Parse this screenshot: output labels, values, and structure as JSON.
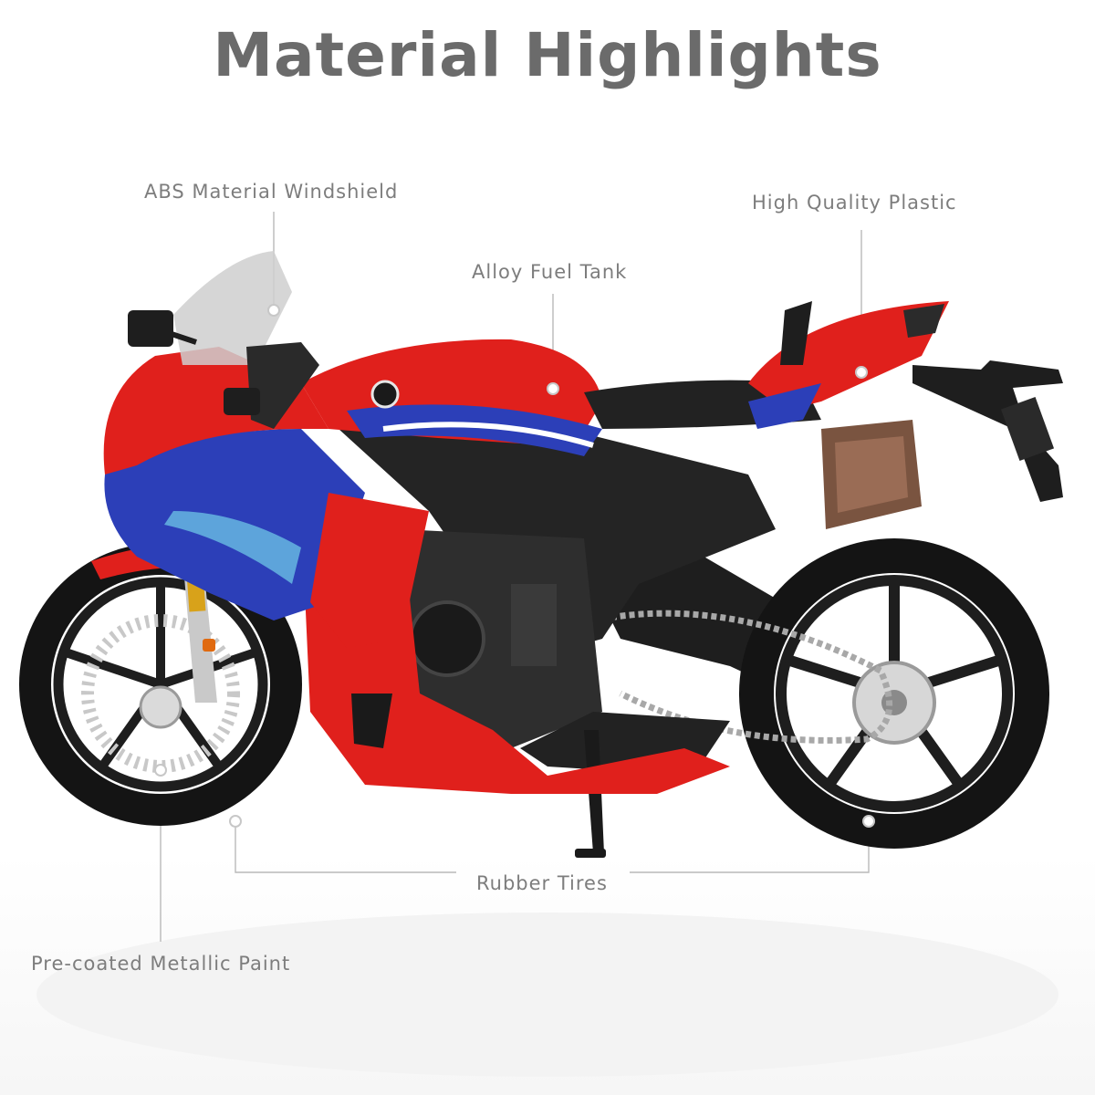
{
  "title": "Material Highlights",
  "labels": {
    "windshield": "ABS Material Windshield",
    "fuel_tank": "Alloy Fuel Tank",
    "plastic": "High Quality Plastic",
    "tires": "Rubber Tires",
    "paint": "Pre-coated Metallic Paint"
  },
  "colors": {
    "body_red": "#e0201c",
    "accent_blue": "#2c3fb8",
    "frame_black": "#1e1e1e",
    "tire_black": "#141414",
    "label_gray": "#7d7d7d"
  }
}
